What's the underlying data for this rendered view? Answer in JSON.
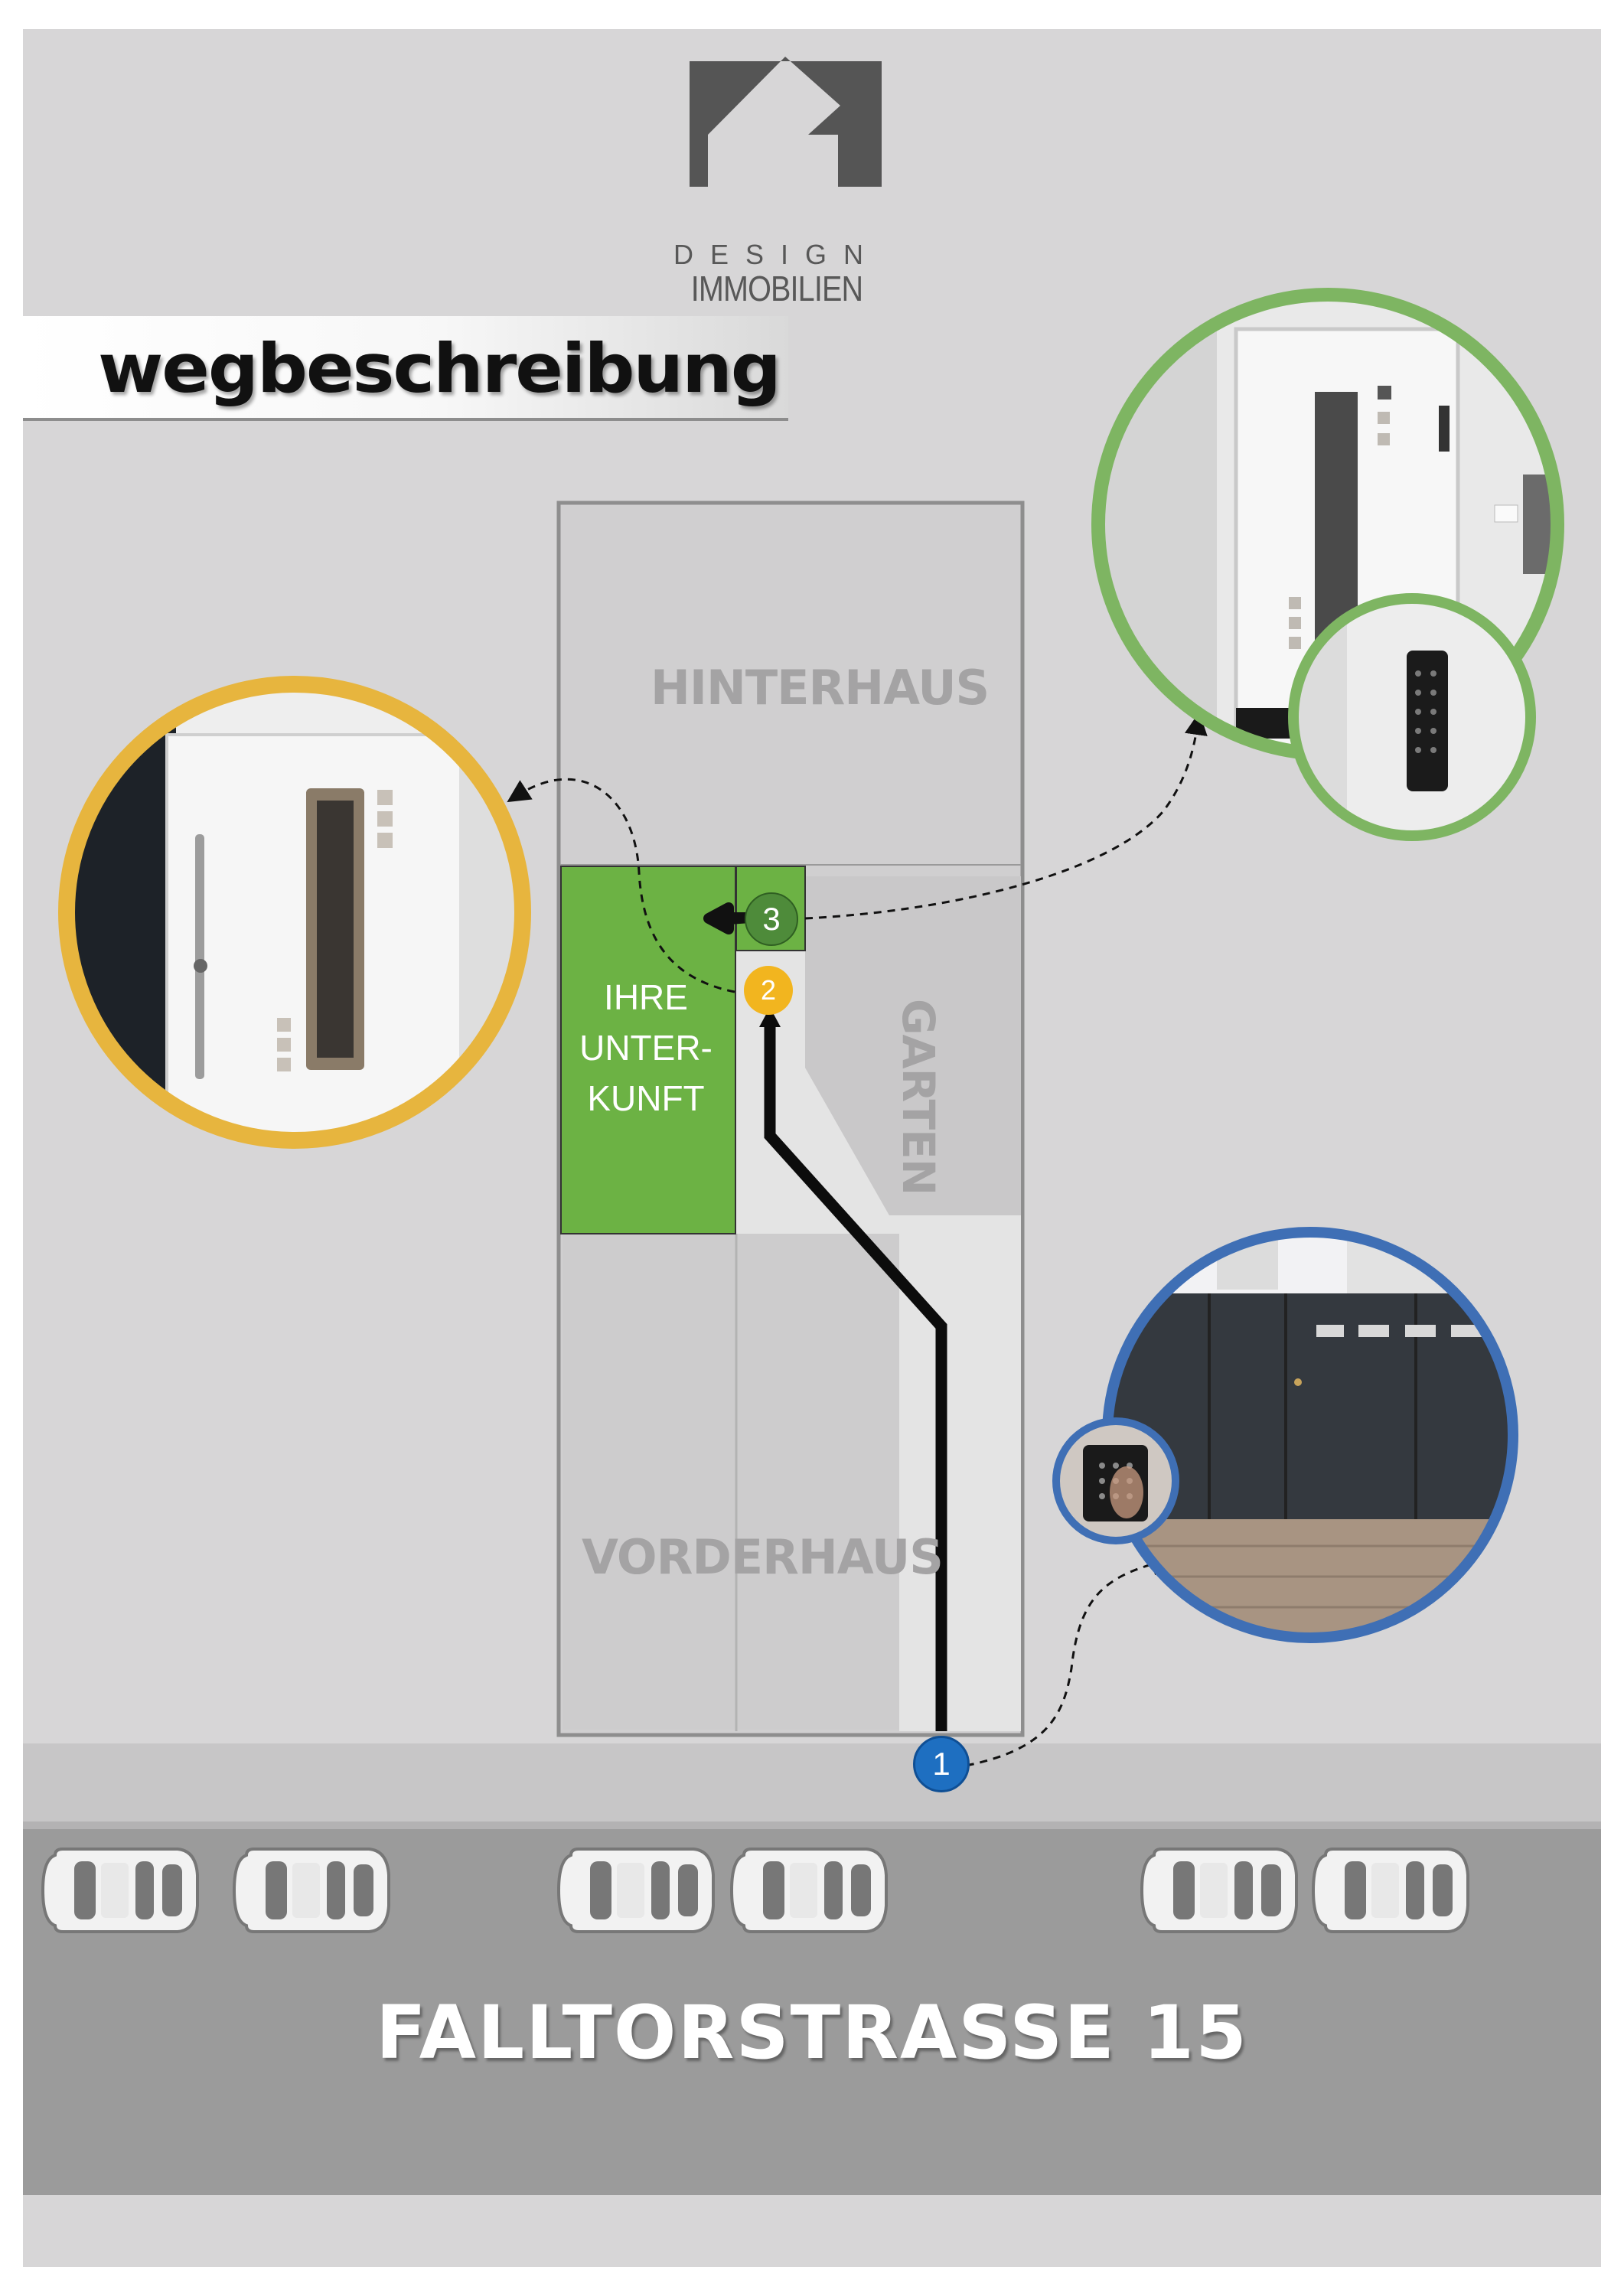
{
  "logo": {
    "word_top": "DESIGN",
    "word_bottom": "IMMOBILIEN"
  },
  "title": "wegbeschreibung",
  "map": {
    "back_house": "HINTERHAUS",
    "front_house": "VORDERHAUS",
    "garden": "GARTEN",
    "unit_lines": [
      "IHRE",
      "UNTER-",
      "KUNFT"
    ],
    "street": "FALLTORSTRASSE 15"
  },
  "steps": [
    {
      "number": "1",
      "color": "#1e6fc1",
      "photo": "courtyard gate with keypad"
    },
    {
      "number": "2",
      "color": "#f2b51f",
      "photo": "white front door"
    },
    {
      "number": "3",
      "color": "#4e8b3a",
      "photo": "white door with keypad"
    }
  ],
  "colors": {
    "background": "#d7d6d7",
    "unit_green": "#6cb244",
    "street_dark": "#9b9b9b",
    "sidewalk": "#c7c6c7",
    "ring_blue": "#3f6fb5",
    "ring_yellow": "#e7b53e",
    "ring_green": "#7eb562"
  },
  "parked_cars": 6
}
